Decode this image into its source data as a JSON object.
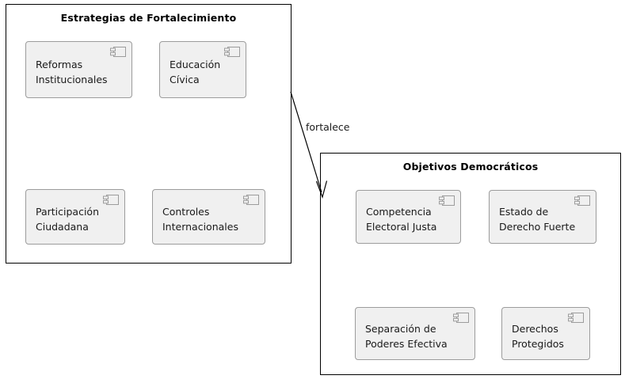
{
  "diagram": {
    "type": "uml-component-diagram",
    "background": "#ffffff",
    "packages": [
      {
        "id": "estrategias",
        "title": "Estrategias de Fortalecimiento",
        "components": [
          {
            "id": "reformas",
            "label": "Reformas\nInstitucionales",
            "icon": "uml-component-icon"
          },
          {
            "id": "educacion",
            "label": "Educación\nCívica",
            "icon": "uml-component-icon"
          },
          {
            "id": "participacion",
            "label": "Participación\nCiudadana",
            "icon": "uml-component-icon"
          },
          {
            "id": "controles",
            "label": "Controles\nInternacionales",
            "icon": "uml-component-icon"
          }
        ]
      },
      {
        "id": "objetivos",
        "title": "Objetivos Democráticos",
        "components": [
          {
            "id": "competencia",
            "label": "Competencia\nElectoral Justa",
            "icon": "uml-component-icon"
          },
          {
            "id": "estado",
            "label": "Estado de\nDerecho Fuerte",
            "icon": "uml-component-icon"
          },
          {
            "id": "separacion",
            "label": "Separación de\nPoderes Efectiva",
            "icon": "uml-component-icon"
          },
          {
            "id": "derechos",
            "label": "Derechos\nProtegidos",
            "icon": "uml-component-icon"
          }
        ]
      }
    ],
    "connectors": [
      {
        "id": "fortalece",
        "label": "fortalece",
        "from": "estrategias",
        "to": "objetivos",
        "style": "solid-open-arrow",
        "color": "#000000"
      }
    ],
    "colors": {
      "package_border": "#000000",
      "component_fill": "#f0f0f0",
      "component_border": "#9c9c9c",
      "text": "#1a1a1a",
      "connector": "#000000"
    }
  }
}
